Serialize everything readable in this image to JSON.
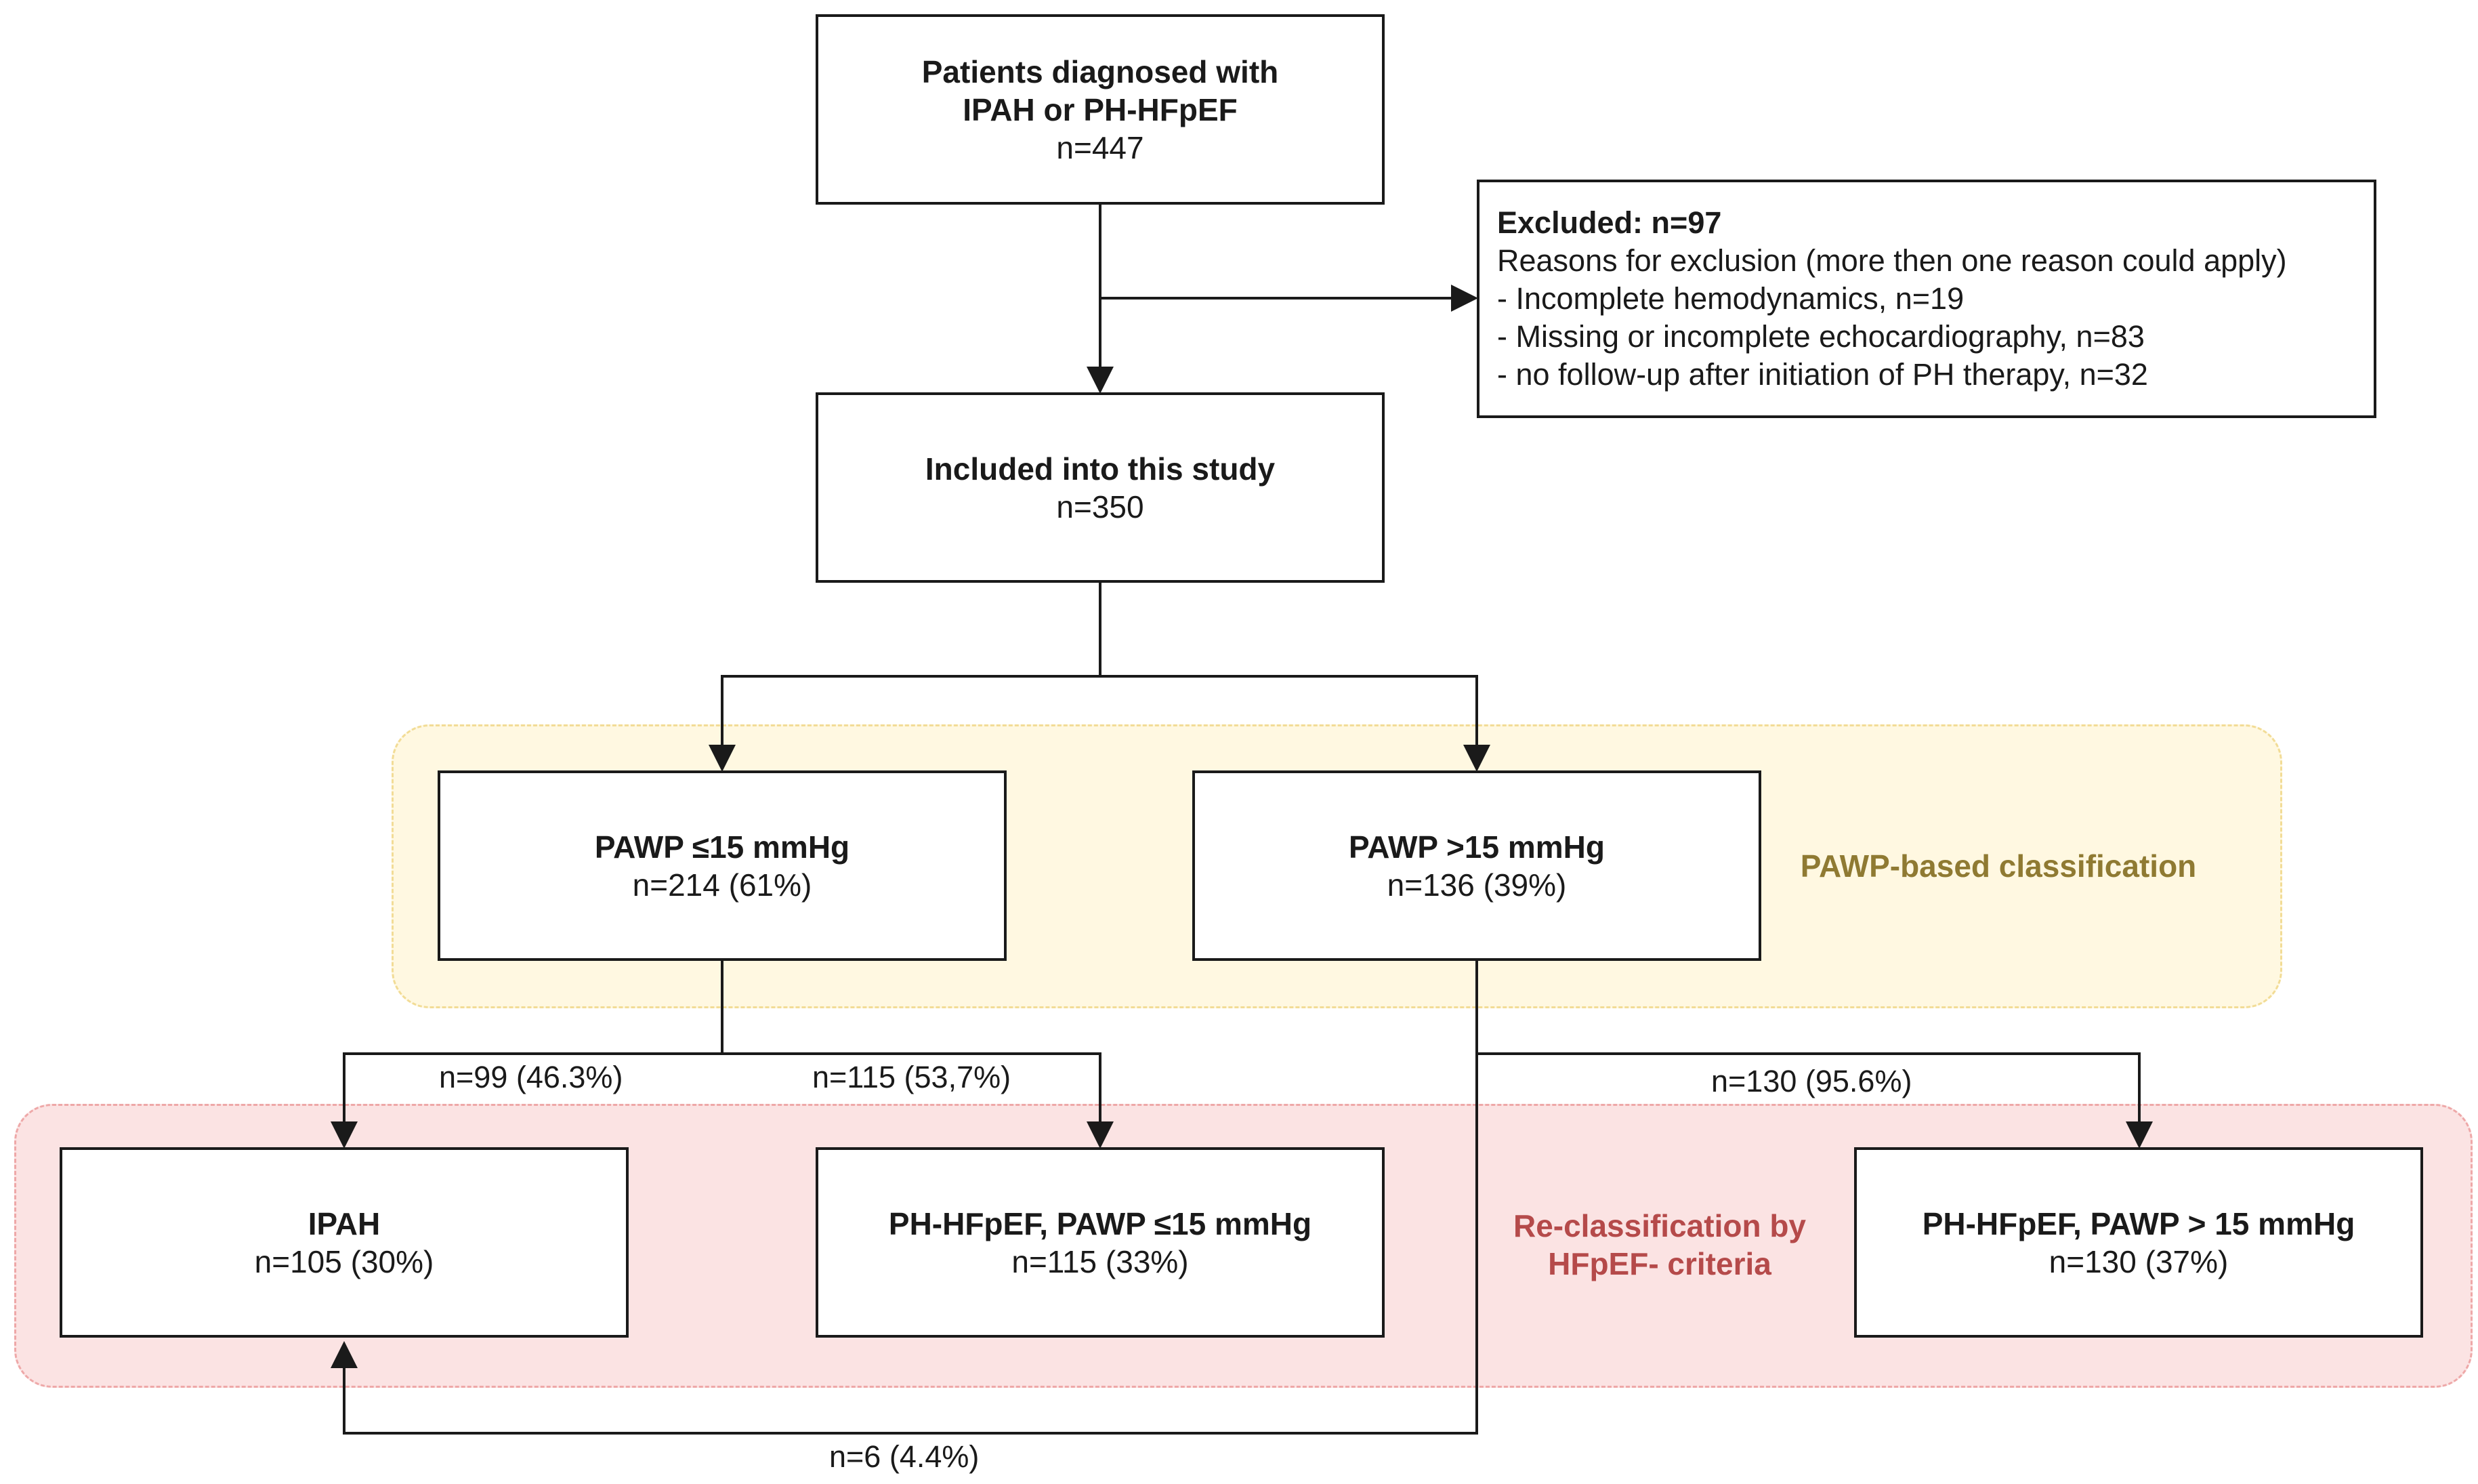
{
  "boxes": {
    "diagnosed": {
      "title": "Patients diagnosed with",
      "title2": "IPAH or PH-HFpEF",
      "count": "n=447"
    },
    "excluded": {
      "title": "Excluded: n=97",
      "reasons_header": "Reasons for exclusion (more then one reason could apply)",
      "reasons": [
        "- Incomplete hemodynamics, n=19",
        "- Missing or incomplete echocardiography, n=83",
        "- no follow-up after initiation of PH therapy, n=32"
      ]
    },
    "included": {
      "title": "Included into this study",
      "count": "n=350"
    },
    "pawp_low": {
      "title": "PAWP ≤15 mmHg",
      "count": "n=214 (61%)"
    },
    "pawp_high": {
      "title": "PAWP >15 mmHg",
      "count": "n=136 (39%)"
    },
    "ipah": {
      "title": "IPAH",
      "count": "n=105 (30%)"
    },
    "hfpef_low": {
      "title": "PH-HFpEF, PAWP ≤15 mmHg",
      "count": "n=115 (33%)"
    },
    "hfpef_high": {
      "title": "PH-HFpEF, PAWP > 15 mmHg",
      "count": "n=130 (37%)"
    }
  },
  "regions": {
    "pawp": {
      "label": "PAWP-based classification"
    },
    "reclass": {
      "label_line1": "Re-classification by",
      "label_line2": "HFpEF- criteria"
    }
  },
  "flows": {
    "low_to_ipah": "n=99 (46.3%)",
    "low_to_hfpef": "n=115 (53,7%)",
    "high_to_hfpef": "n=130 (95.6%)",
    "high_to_ipah": "n=6 (4.4%)"
  },
  "colors": {
    "pawp_region_fill": "#fff8e1",
    "pawp_region_border": "#f2dc96",
    "pawp_label": "#8f7a32",
    "reclass_region_fill": "#fbe3e3",
    "reclass_region_border": "#eea8a8",
    "reclass_label": "#b54a4a",
    "line": "#1a1a1a"
  }
}
